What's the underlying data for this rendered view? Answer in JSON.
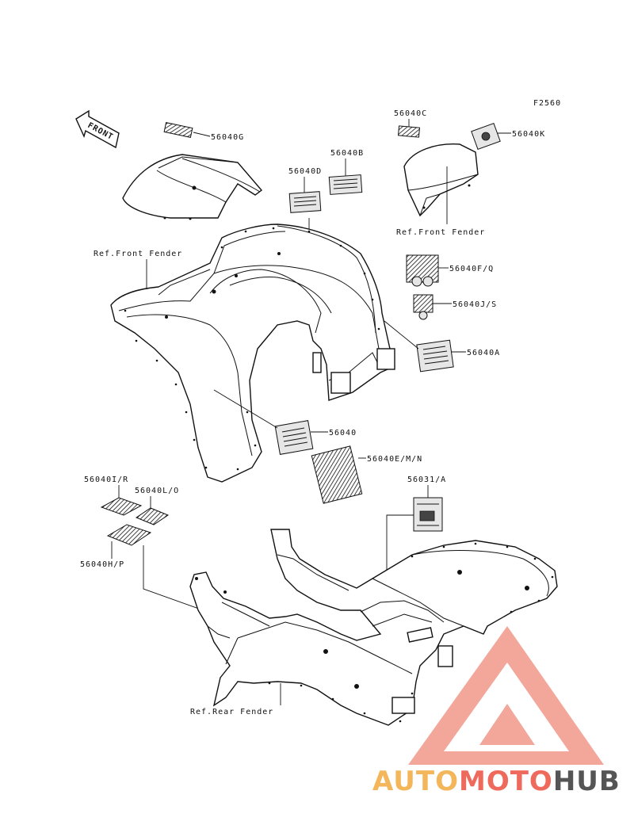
{
  "diagram": {
    "figure_code": "F2560",
    "direction_label": "FRONT",
    "refs": {
      "front_fender_top": "Ref.Front Fender",
      "front_fender_left": "Ref.Front Fender",
      "rear_fender": "Ref.Rear Fender"
    },
    "parts": [
      {
        "id": "g",
        "label": "56040G"
      },
      {
        "id": "c",
        "label": "56040C"
      },
      {
        "id": "k",
        "label": "56040K"
      },
      {
        "id": "b",
        "label": "56040B"
      },
      {
        "id": "d",
        "label": "56040D"
      },
      {
        "id": "fq",
        "label": "56040F/Q"
      },
      {
        "id": "js",
        "label": "56040J/S"
      },
      {
        "id": "a",
        "label": "56040A"
      },
      {
        "id": "base",
        "label": "56040"
      },
      {
        "id": "emn",
        "label": "56040E/M/N"
      },
      {
        "id": "ir",
        "label": "56040I/R"
      },
      {
        "id": "lo",
        "label": "56040L/O"
      },
      {
        "id": "hp",
        "label": "56040H/P"
      },
      {
        "id": "plate",
        "label": "56031/A"
      }
    ]
  },
  "watermark": {
    "part1": "AUTO",
    "part2": "MOTO",
    "part3": "HUB",
    "colors": {
      "auto": "#f4b65a",
      "moto": "#ee6a5c",
      "hub": "#555555"
    }
  }
}
